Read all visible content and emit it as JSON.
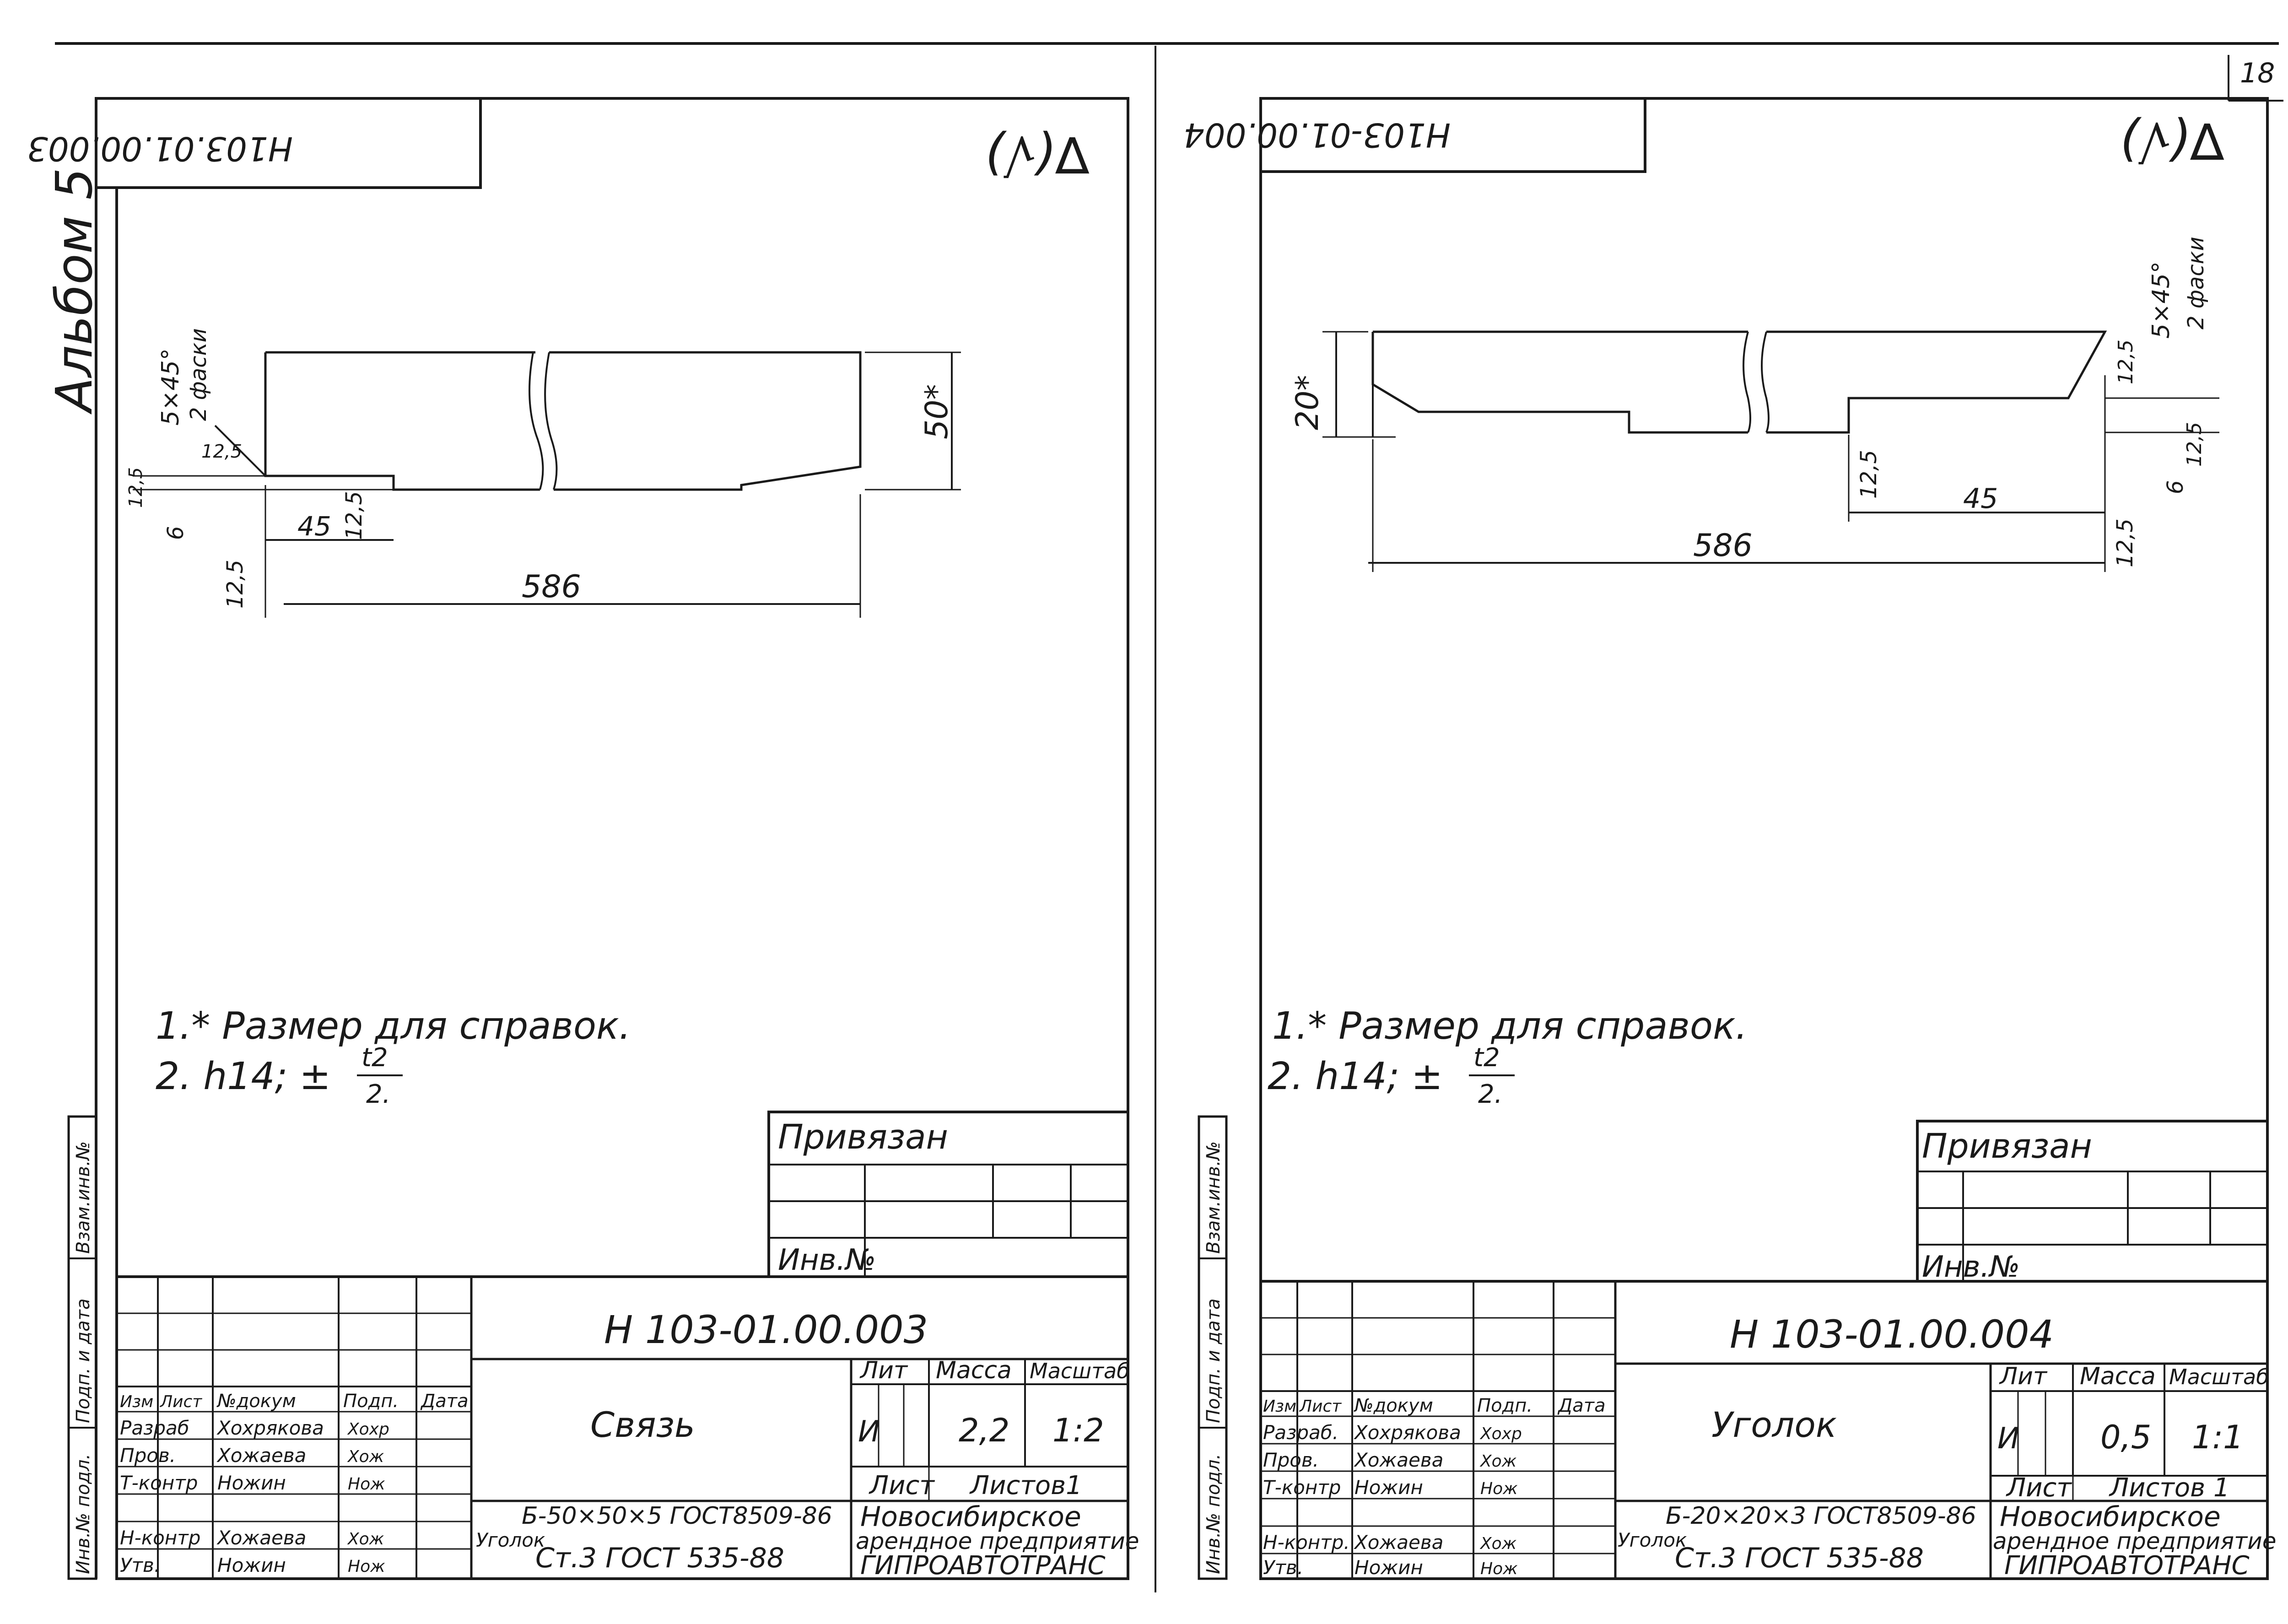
{
  "page_number": "18",
  "album": "Альбом 5",
  "sheets": [
    {
      "stamp_code": "Н103.01.00.003",
      "roughness": "∇(√)",
      "chamfer": "5×45°",
      "chamfer_note": "2 фаски",
      "dims": {
        "height": "50*",
        "length": "586",
        "seg": "45",
        "r1": "12,5",
        "r2": "12,5",
        "r3": "12,5",
        "thick": "6",
        "left": "12,5"
      },
      "notes": [
        "1.* Размер для справок.",
        "2. h14; ±",
        "t2",
        "2."
      ],
      "privyazan": "Привязан",
      "inv_no": "Инв.№",
      "code": "Н 103-01.00.003",
      "title": "Связь",
      "lit": "Лит",
      "mass_label": "Масса",
      "scale_label": "Масштаб",
      "lit_value": "И",
      "mass": "2,2",
      "scale": "1:2",
      "sheet_label": "Лист",
      "sheets_label": "Листов1",
      "rows": [
        {
          "role": "Разраб",
          "name": "Хохрякова",
          "sign": "Хохр"
        },
        {
          "role": "Пров.",
          "name": "Хожаева",
          "sign": "Хож"
        },
        {
          "role": "Т-контр",
          "name": "Ножин",
          "sign": "Нож"
        },
        {
          "role": "",
          "name": "",
          "sign": ""
        },
        {
          "role": "Н-контр",
          "name": "Хожаева",
          "sign": "Хож"
        },
        {
          "role": "Утв.",
          "name": "Ножин",
          "sign": "Нож"
        }
      ],
      "header_row": [
        "Изм",
        "Лист",
        "№докум",
        "Подп.",
        "Дата"
      ],
      "material_prefix": "Уголок",
      "material_line1": "Б-50×50×5 ГОСТ8509-86",
      "material_line2": "Ст.3 ГОСТ 535-88",
      "org1": "Новосибирское",
      "org2": "арендное предприятие",
      "org3": "ГИПРОАВТОТРАНС"
    },
    {
      "stamp_code": "Н103-01.00.004",
      "roughness": "∇(√)",
      "chamfer": "5×45°",
      "chamfer_note": "2 фаски",
      "dims": {
        "height": "20*",
        "length": "586",
        "seg": "45",
        "r1": "12,5",
        "r2": "12,5",
        "r3": "12,5",
        "thick": "6",
        "left": "12,5"
      },
      "notes": [
        "1.* Размер для справок.",
        "2. h14; ±",
        "t2",
        "2."
      ],
      "privyazan": "Привязан",
      "inv_no": "Инв.№",
      "code": "Н 103-01.00.004",
      "title": "Уголок",
      "lit": "Лит",
      "mass_label": "Масса",
      "scale_label": "Масштаб",
      "lit_value": "И",
      "mass": "0,5",
      "scale": "1:1",
      "sheet_label": "Лист",
      "sheets_label": "Листов 1",
      "rows": [
        {
          "role": "Разраб.",
          "name": "Хохрякова",
          "sign": "Хохр"
        },
        {
          "role": "Пров.",
          "name": "Хожаева",
          "sign": "Хож"
        },
        {
          "role": "Т-контр",
          "name": "Ножин",
          "sign": "Нож"
        },
        {
          "role": "",
          "name": "",
          "sign": ""
        },
        {
          "role": "Н-контр.",
          "name": "Хожаева",
          "sign": "Хож"
        },
        {
          "role": "Утв.",
          "name": "Ножин",
          "sign": "Нож"
        }
      ],
      "header_row": [
        "Изм",
        "Лист",
        "№докум",
        "Подп.",
        "Дата"
      ],
      "material_prefix": "Уголок",
      "material_line1": "Б-20×20×3 ГОСТ8509-86",
      "material_line2": "Ст.3 ГОСТ 535-88",
      "org1": "Новосибирское",
      "org2": "арендное предприятие",
      "org3": "ГИПРОАВТОТРАНС"
    }
  ],
  "side_labels": [
    "Инв.№ подл.",
    "Подп. и дата",
    "Взам.инв.№"
  ]
}
